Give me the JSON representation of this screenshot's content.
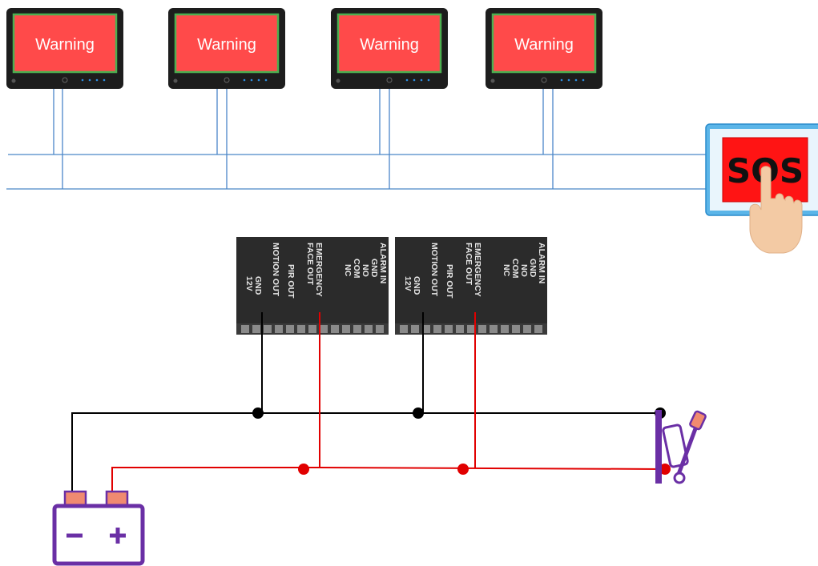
{
  "monitors": [
    {
      "label": "Warning"
    },
    {
      "label": "Warning"
    },
    {
      "label": "Warning"
    },
    {
      "label": "Warning"
    }
  ],
  "sos_button": {
    "label": "SOS"
  },
  "terminal_blocks": [
    {
      "labels": [
        "ALARM IN",
        "GND",
        "NO",
        "COM",
        "NC",
        "EMERGENCY",
        "FACE OUT",
        "PIR OUT",
        "MOTION OUT",
        "GND",
        "12V"
      ]
    },
    {
      "labels": [
        "ALARM IN",
        "GND",
        "NO",
        "COM",
        "NC",
        "EMERGENCY",
        "FACE OUT",
        "PIR OUT",
        "MOTION OUT",
        "GND",
        "12V"
      ]
    }
  ],
  "colors": {
    "warning_screen": "#ff4a4a",
    "screen_border": "#4caf50",
    "monitor_body": "#1d1d1d",
    "bus_line": "#4a86c8",
    "sos_panel": "#5bb5e8",
    "ground_wire": "#000000",
    "signal_wire": "#e10000",
    "battery_icon": "#6a2fa5",
    "battery_terminal": "#f08a70",
    "terminal_bg": "#2b2b2b"
  },
  "icons": {
    "battery": "battery-icon",
    "switch": "toggle-switch-icon",
    "hand": "pressing-hand-icon"
  }
}
